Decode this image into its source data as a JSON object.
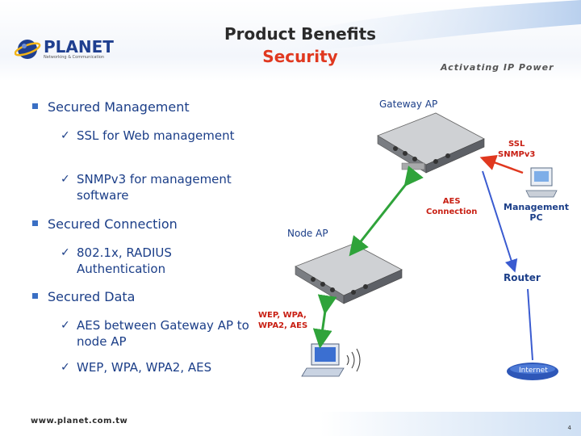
{
  "header": {
    "title": "Product Benefits",
    "subtitle": "Security",
    "brand": "PLANET",
    "brand_tagline": "Networking & Communication",
    "slogan": "Activating IP Power"
  },
  "bullets": [
    {
      "label": "Secured Management",
      "items": [
        "SSL for Web management",
        "SNMPv3 for management software"
      ]
    },
    {
      "label": "Secured Connection",
      "items": [
        "802.1x, RADIUS Authentication"
      ]
    },
    {
      "label": "Secured Data",
      "items": [
        "AES between Gateway AP to node AP",
        "WEP, WPA, WPA2, AES"
      ]
    }
  ],
  "diagram": {
    "gateway_ap": "Gateway AP",
    "node_ap": "Node AP",
    "ssl_snmp": [
      "SSL",
      "SNMPv3"
    ],
    "aes_connection": [
      "AES",
      "Connection"
    ],
    "management_pc": [
      "Management",
      "PC"
    ],
    "router": "Router",
    "wep_wpa": [
      "WEP, WPA,",
      "WPA2, AES"
    ],
    "internet": "Internet"
  },
  "footer": {
    "url": "www.planet.com.tw",
    "page": "4"
  },
  "colors": {
    "title": "#2b2b2b",
    "subtitle": "#e0381f",
    "bullet_text": "#1b3e88",
    "arrow_green": "#2fa33a",
    "arrow_red": "#e0381f",
    "line_blue": "#3a5bd0"
  }
}
